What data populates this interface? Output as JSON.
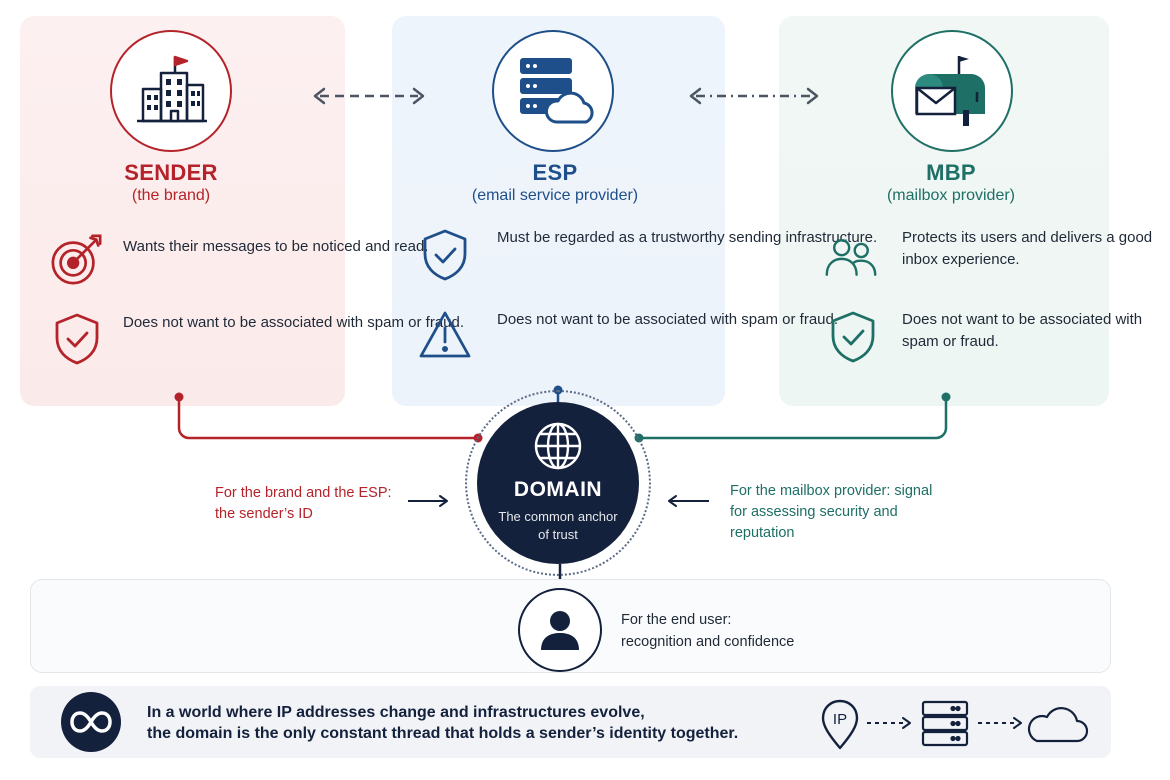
{
  "roles": {
    "sender": {
      "title": "SENDER",
      "subtitle": "(the brand)",
      "color": "#b4232a",
      "icon": "office-building-flag-icon",
      "points": [
        {
          "icon": "target-arrow-icon",
          "text": "Wants their messages to be noticed and read."
        },
        {
          "icon": "shield-check-icon",
          "text": "Does not want to be associated with spam or fraud."
        }
      ]
    },
    "esp": {
      "title": "ESP",
      "subtitle": "(email service provider)",
      "color": "#1f4f8a",
      "icon": "server-cloud-icon",
      "points": [
        {
          "icon": "shield-check-icon",
          "text": "Must be regarded as a trustworthy sending infrastructure."
        },
        {
          "icon": "warning-triangle-icon",
          "text": "Does not want to be associated with spam or fraud."
        }
      ]
    },
    "mbp": {
      "title": "MBP",
      "subtitle": "(mailbox provider)",
      "color": "#1e6f66",
      "icon": "mailbox-envelope-icon",
      "points": [
        {
          "icon": "users-icon",
          "text": "Protects its users and delivers a good inbox experience."
        },
        {
          "icon": "shield-check-icon",
          "text": "Does not want to be associated with spam or fraud."
        }
      ]
    }
  },
  "domain": {
    "title": "DOMAIN",
    "subtitle": "The common anchor of trust",
    "icon": "globe-icon",
    "color": "#14213d"
  },
  "notes": {
    "left": "For the brand and the ESP: the sender’s ID",
    "right": "For the mailbox provider: signal for assessing security and reputation"
  },
  "end_user": {
    "icon": "user-icon",
    "line1": "For the end user:",
    "line2": "recognition and confidence"
  },
  "footer": {
    "icon": "infinity-icon",
    "line1": "In a world where IP addresses change and infrastructures evolve,",
    "line2": "the domain is the only constant thread that holds a sender’s identity together.",
    "flow": [
      {
        "icon": "ip-location-pin-icon",
        "label": "IP"
      },
      {
        "icon": "server-stack-icon"
      },
      {
        "icon": "cloud-icon"
      }
    ]
  }
}
